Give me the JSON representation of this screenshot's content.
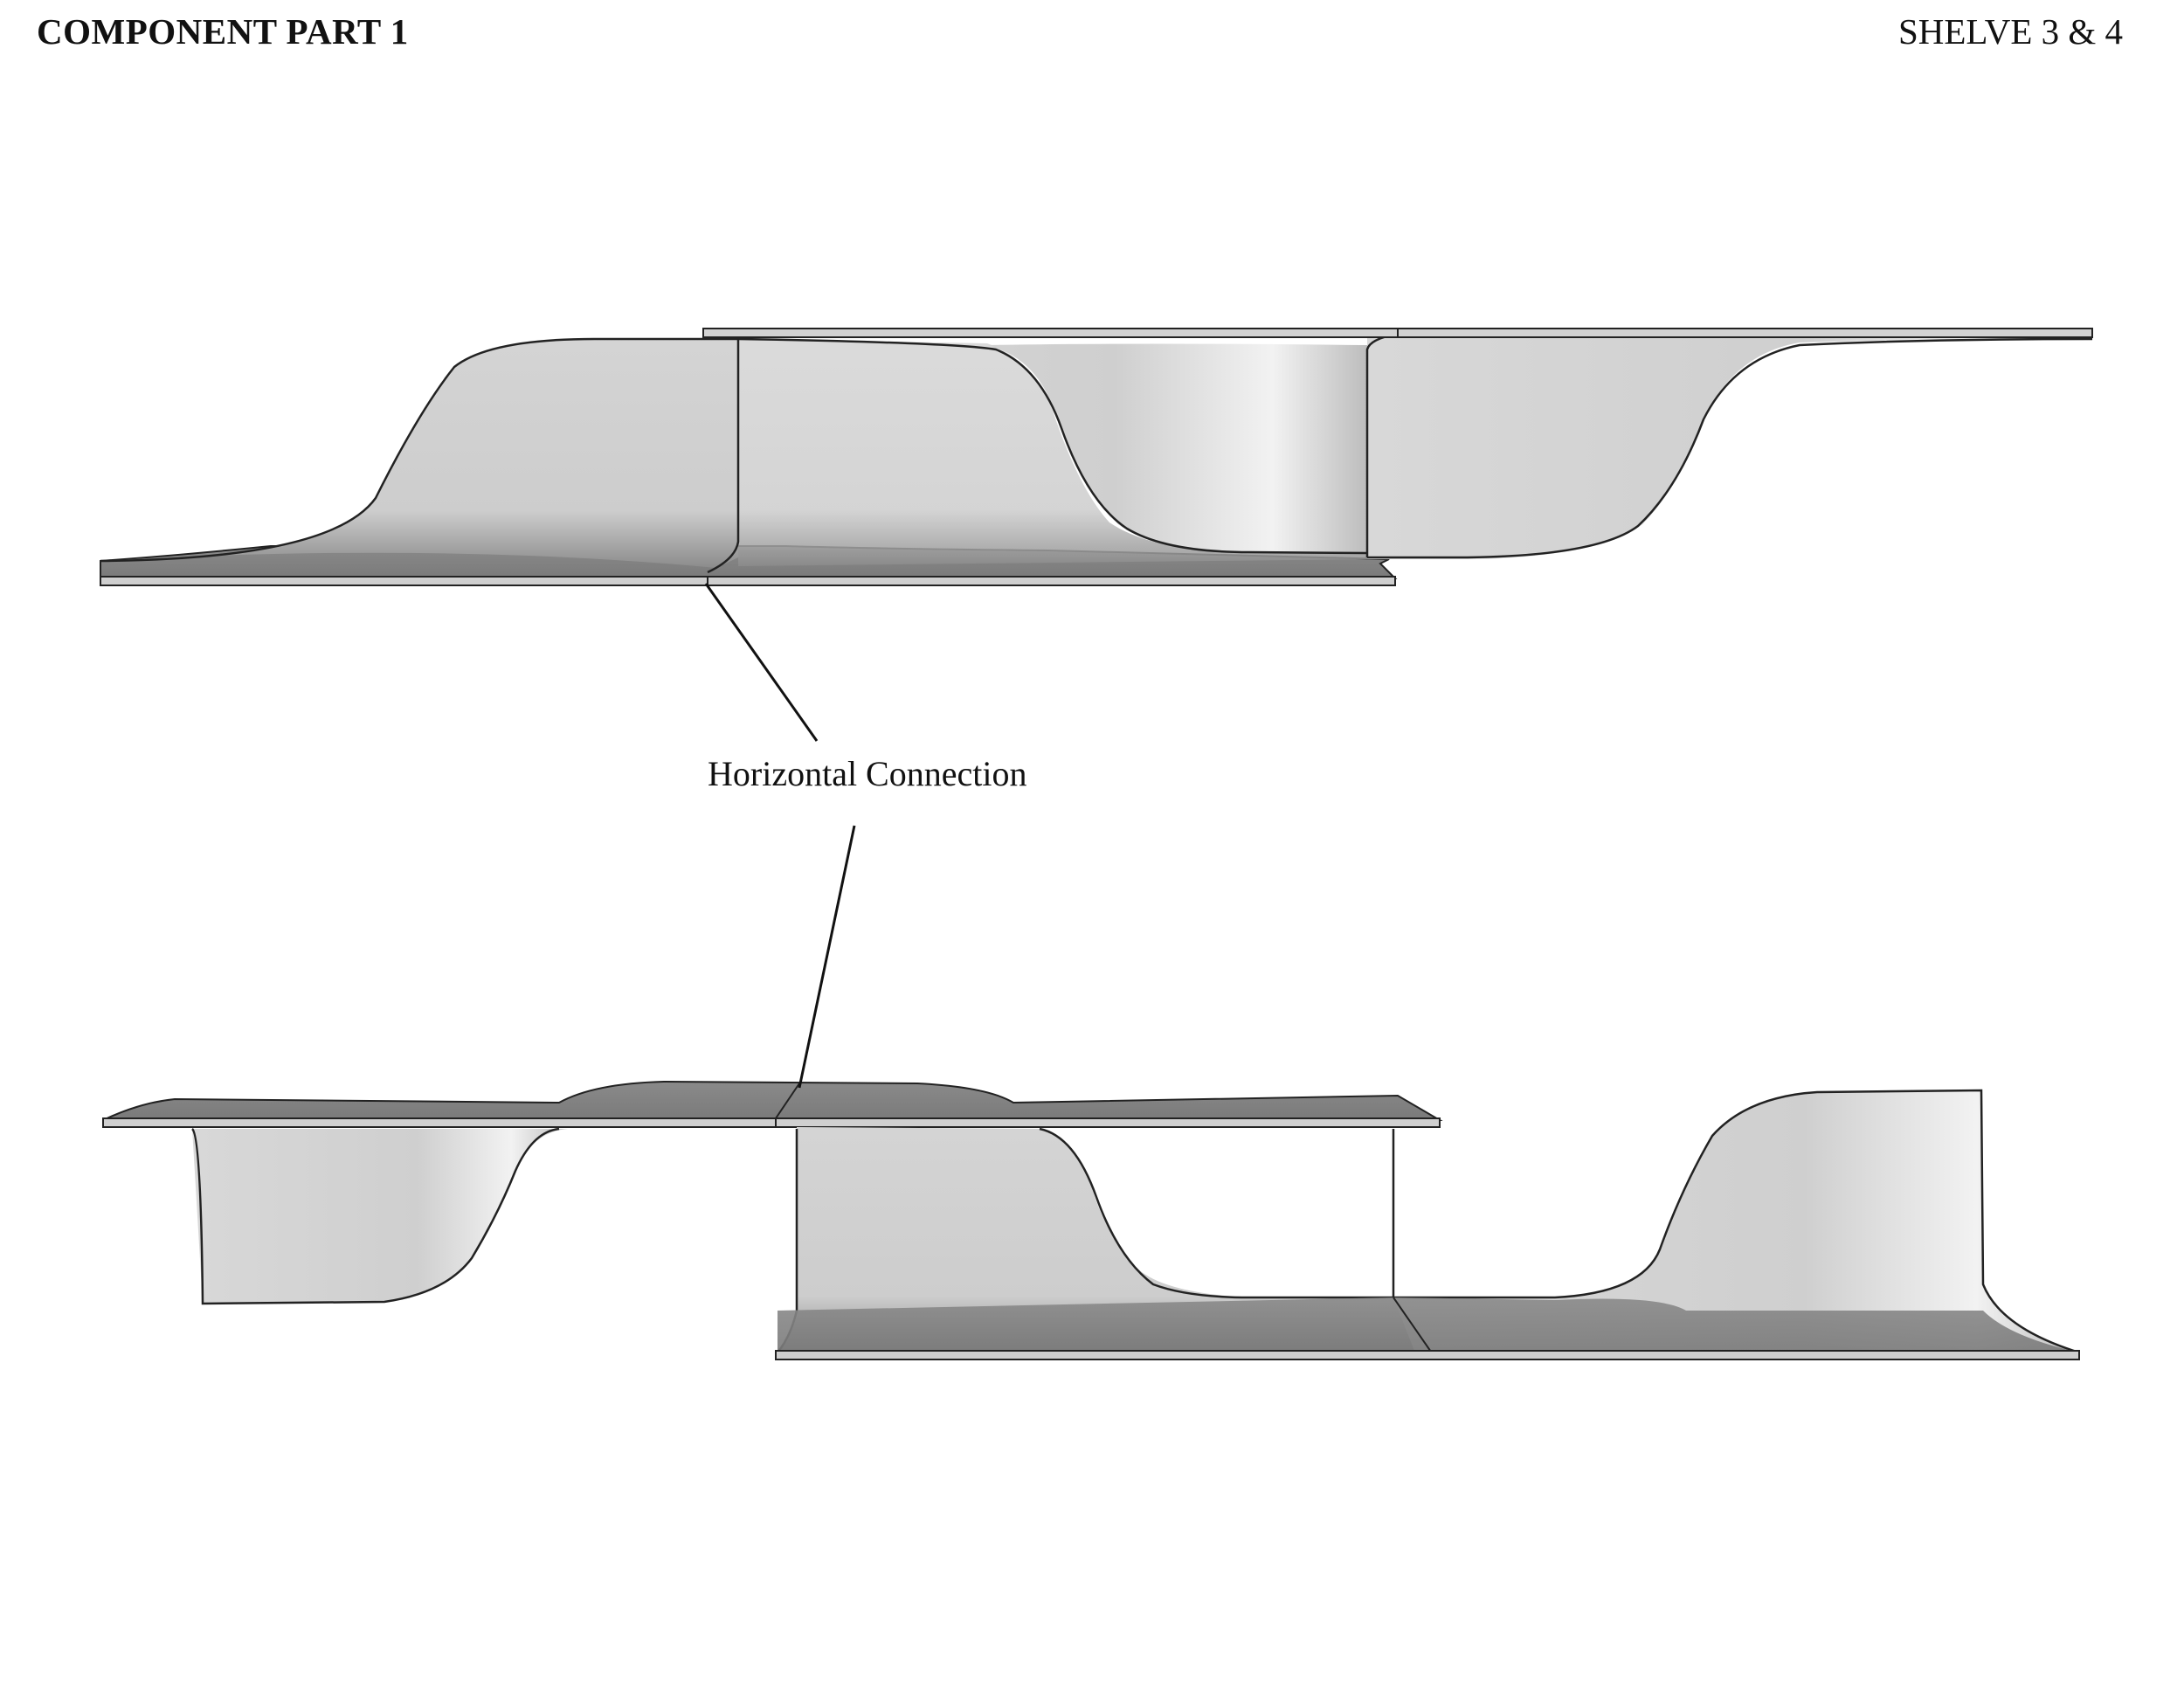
{
  "header": {
    "title": "COMPONENT PART 1",
    "sheet": "SHELVE 3 & 4"
  },
  "annotation": {
    "label": "Horizontal Connection"
  },
  "colors": {
    "surface_light": "#d6d6d6",
    "surface_mid": "#b8b8b8",
    "surface_dark": "#7f7f7f",
    "plate_edge": "#c8c8c8",
    "outline": "#222222"
  }
}
